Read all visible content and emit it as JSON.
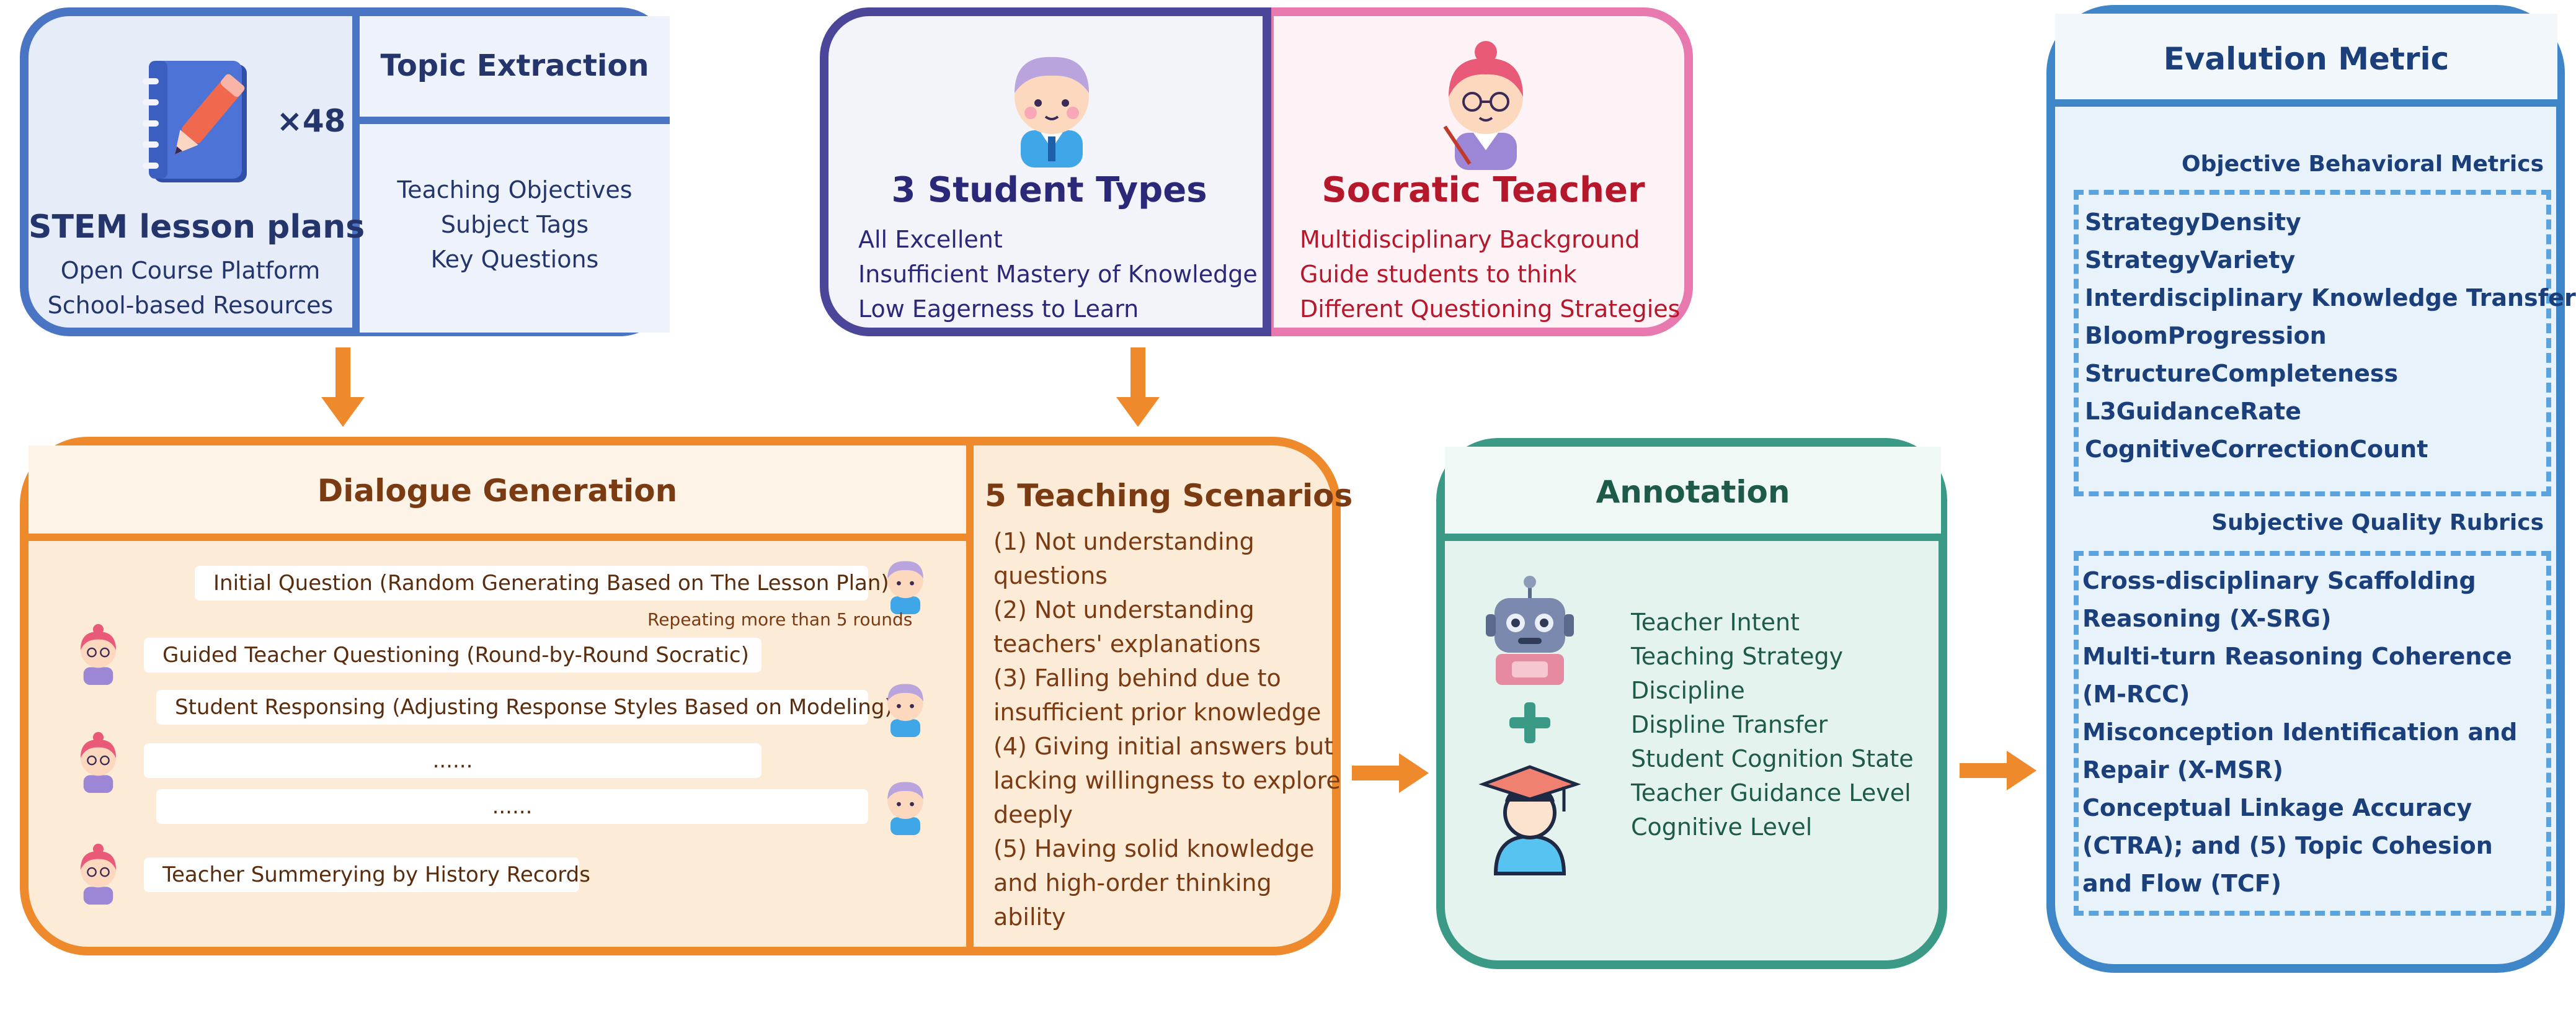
{
  "lesson_plans": {
    "multiplier": "×48",
    "title": "STEM lesson plans",
    "sources": [
      "Open Course Platform",
      "School-based Resources"
    ],
    "topic_extraction": {
      "title": "Topic Extraction",
      "items": [
        "Teaching Objectives",
        "Subject Tags",
        "Key Questions"
      ]
    }
  },
  "students": {
    "title": "3 Student Types",
    "types": [
      "All Excellent",
      "Insufficient  Mastery of Knowledge",
      "Low Eagerness to Learn"
    ]
  },
  "teacher": {
    "title": "Socratic Teacher",
    "traits": [
      "Multidisciplinary Background",
      "Guide students to think",
      "Different Questioning Strategies"
    ]
  },
  "dialogue": {
    "title": "Dialogue Generation",
    "steps": [
      "Initial Question (Random Generating Based on The Lesson Plan)",
      "Guided Teacher Questioning (Round-by-Round Socratic)",
      "Student Responsing (Adjusting Response Styles Based on Modeling)",
      "......",
      "......",
      "Teacher Summerying by History Records"
    ],
    "repeat_note": "Repeating more than 5 rounds"
  },
  "scenarios": {
    "title": "5 Teaching Scenarios",
    "lines": [
      "(1) Not understanding",
      "questions",
      "(2) Not understanding",
      "teachers' explanations",
      "(3) Falling behind due to",
      "insufficient prior knowledge",
      "(4) Giving initial answers but",
      "lacking willingness to explore",
      "deeply",
      "(5) Having solid knowledge",
      "and high-order thinking",
      "ability"
    ]
  },
  "annotation": {
    "title": "Annotation",
    "items": [
      "Teacher Intent",
      "Teaching Strategy",
      "Discipline",
      "Displine Transfer",
      "Student Cognition State",
      "Teacher Guidance Level",
      "Cognitive Level"
    ]
  },
  "evaluation": {
    "title": "Evalution Metric",
    "objective": {
      "title": "Objective Behavioral Metrics",
      "items": [
        "StrategyDensity",
        "StrategyVariety",
        "Interdisciplinary Knowledge Transfer",
        "BloomProgression",
        "StructureCompleteness",
        "L3GuidanceRate",
        "CognitiveCorrectionCount"
      ]
    },
    "subjective": {
      "title": "Subjective Quality Rubrics",
      "lines": [
        "Cross-disciplinary Scaffolding",
        "Reasoning (X-SRG)",
        "Multi-turn Reasoning Coherence",
        "(M-RCC)",
        "Misconception Identification and",
        "Repair (X-MSR)",
        "Conceptual Linkage Accuracy",
        "(CTRA); and (5) Topic Cohesion",
        "and Flow (TCF)"
      ]
    }
  },
  "colors": {
    "lesson_blue": "#4A74C4",
    "student_purple": "#4B4699",
    "teacher_pink": "#E879AE",
    "dialogue_orange": "#EE8A2C",
    "annotation_green": "#3A9A85",
    "evaluation_blue": "#3E86C8"
  },
  "icons": [
    "notebook-pencil-icon",
    "student-avatar-icon",
    "teacher-avatar-icon",
    "robot-icon",
    "plus-icon",
    "graduate-icon"
  ]
}
